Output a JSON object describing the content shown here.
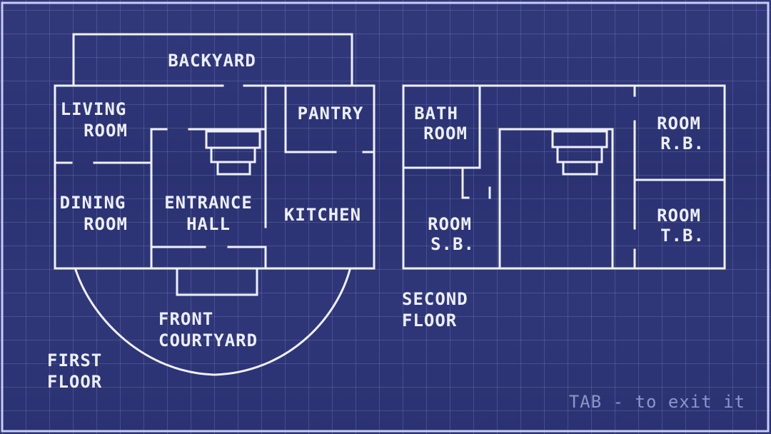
{
  "first_floor": {
    "label_line1": "FIRST",
    "label_line2": "FLOOR",
    "rooms": {
      "backyard": "BACKYARD",
      "living_room_1": "LIVING",
      "living_room_2": "ROOM",
      "pantry": "PANTRY",
      "dining_room_1": "DINING",
      "dining_room_2": "ROOM",
      "entrance_hall_1": "ENTRANCE",
      "entrance_hall_2": "HALL",
      "kitchen": "KITCHEN",
      "front_courtyard_1": "FRONT",
      "front_courtyard_2": "COURTYARD"
    }
  },
  "second_floor": {
    "label_line1": "SECOND",
    "label_line2": "FLOOR",
    "rooms": {
      "bathroom_1": "BATH",
      "bathroom_2": "ROOM",
      "room_rb_1": "ROOM",
      "room_rb_2": "R.B.",
      "room_sb_1": "ROOM",
      "room_sb_2": "S.B.",
      "room_tb_1": "ROOM",
      "room_tb_2": "T.B."
    }
  },
  "hint": "TAB - to exit it",
  "colors": {
    "background": "#2b3272",
    "lines": "#eef0ff",
    "hint": "#8e95c8"
  }
}
